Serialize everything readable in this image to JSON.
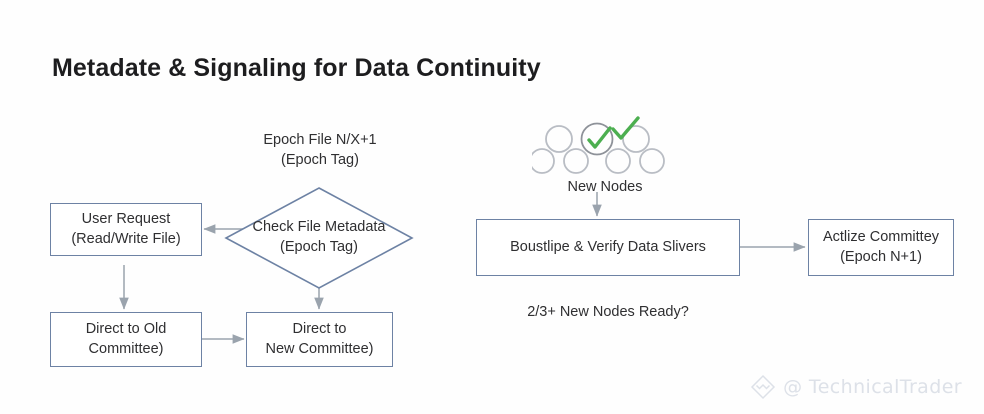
{
  "slide": {
    "title": "Metadate & Signaling for Data Continuity",
    "background_color": "#fefefe",
    "box_border_color": "#6d82a4",
    "connector_color": "#9aa3ad",
    "check_color": "#4caf50",
    "node_circle_color": "#b9bdc4"
  },
  "left_flow": {
    "epoch_caption": {
      "line1": "Epoch File N/X+1",
      "line2": "(Epoch Tag)"
    },
    "decision": {
      "line1": "Check File Metadata",
      "line2": "(Epoch Tag)"
    },
    "user_request": {
      "line1": "User Request",
      "line2": "(Read/Write File)"
    },
    "old_committee": {
      "line1": "Direct to Old",
      "line2": "Committee)"
    },
    "new_committee": {
      "line1": "Direct to",
      "line2": "New Committee)"
    }
  },
  "right_flow": {
    "nodes_label": "New Nodes",
    "bootstrap_box": {
      "line1": "Boustlipe & Verify Data Slivers"
    },
    "activate_box": {
      "line1": "Actlize Committey",
      "line2": "(Epoch N+1)"
    },
    "ready_note": "2/3+ New Nodes Ready?"
  },
  "watermark": {
    "handle": "@ TechnicalTrader",
    "logo_icon": "diamond-logo-icon"
  }
}
